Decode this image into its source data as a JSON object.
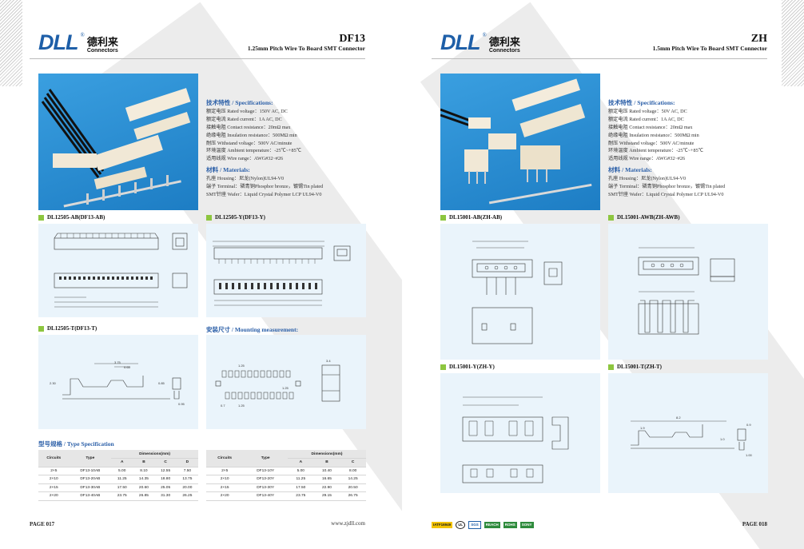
{
  "brand": {
    "name": "DLL",
    "registered": "®",
    "chinese": "德利来",
    "sub": "Connectors"
  },
  "left": {
    "model": "DF13",
    "subtitle": "1.25mm Pitch Wire To Board SMT Connector",
    "spec_title": "技术特性 / Specifications:",
    "specs": [
      "额定电压 Rated voltage：150V AC, DC",
      "额定电流 Rated current：1A AC, DC",
      "接触电阻 Contact resistance：20mΩ max",
      "绝缘电阻 Insulation resistance：500MΩ min",
      "耐压 Withstand voltage：500V AC/minute",
      "环境温度 Ambient temperature：-25℃~+85℃",
      "适用线规 Wire range：AWG#32~#26"
    ],
    "mat_title": "材料 / Materials:",
    "materials": [
      "孔座 Housing：尼龙(Nylon)UL94-V0",
      "端子 Terminal：磷青铜Phosphor bronze，镀锡Tin plated",
      "SMT针座 Wafer：Liquid Crystal Polymer LCP UL94-V0"
    ],
    "fig_ab": "DL12505-AB(DF13-AB)",
    "fig_y": "DL12505-Y(DF13-Y)",
    "fig_t": "DL12505-T(DF13-T)",
    "mount_title": "安装尺寸 / Mounting measurement:",
    "type_spec": "型号规格 / Type Specification",
    "table1": {
      "h_circuits": "Circuits",
      "h_type": "Type",
      "h_dim": "Dimensions(mm)",
      "cols": [
        "A",
        "B",
        "C",
        "D"
      ],
      "rows": [
        [
          "2×5",
          "DF13-10AB",
          "5.00",
          "8.10",
          "12.55",
          "7.50"
        ],
        [
          "2×10",
          "DF13-20AB",
          "11.25",
          "14.35",
          "18.80",
          "13.75"
        ],
        [
          "2×15",
          "DF13-30AB",
          "17.50",
          "20.60",
          "25.05",
          "20.00"
        ],
        [
          "2×20",
          "DF13-40AB",
          "23.75",
          "26.85",
          "31.30",
          "26.25"
        ]
      ]
    },
    "table2": {
      "h_circuits": "Circuits",
      "h_type": "Type",
      "h_dim": "Dimensions(mm)",
      "cols": [
        "A",
        "B",
        "C"
      ],
      "rows": [
        [
          "2×5",
          "DF13-10Y",
          "5.00",
          "10.40",
          "8.00"
        ],
        [
          "2×10",
          "DF13-20Y",
          "11.25",
          "16.65",
          "14.25"
        ],
        [
          "2×15",
          "DF13-30Y",
          "17.50",
          "22.90",
          "20.50"
        ],
        [
          "2×20",
          "DF13-40Y",
          "23.75",
          "29.15",
          "26.75"
        ]
      ]
    },
    "page": "PAGE 017",
    "url": "www.zjdll.com",
    "dim_t": [
      "3.75",
      "0.65",
      "2.30",
      "0.85",
      "0.95"
    ],
    "dim_mount": [
      "1.25",
      "1.25",
      "1.25",
      "0.7",
      "3.4"
    ]
  },
  "right": {
    "model": "ZH",
    "subtitle": "1.5mm Pitch Wire To Board SMT Connector",
    "spec_title": "技术特性 / Specifications:",
    "specs": [
      "额定电压 Rated voltage：50V AC, DC",
      "额定电流 Rated current：1A AC, DC",
      "接触电阻 Contact resistance：20mΩ max",
      "绝缘电阻 Insulation resistance：500MΩ min",
      "耐压 Withstand voltage：500V AC/minute",
      "环境温度 Ambient temperature：-25℃~+85℃",
      "适用线规 Wire range：AWG#32~#26"
    ],
    "mat_title": "材料 / Materials:",
    "materials": [
      "孔座 Housing：尼龙(Nylon)UL94-V0",
      "端子 Terminal：磷青铜Phosphor bronze，镀锡Tin plated",
      "SMT针座 Wafer：Liquid Crystal Polymer LCP UL94-V0"
    ],
    "fig_ab": "DL15001-AB(ZH-AB)",
    "fig_awb": "DL15001-AWB(ZH-AWB)",
    "fig_y": "DL15001-Y(ZH-Y)",
    "fig_t": "DL15001-T(ZH-T)",
    "page": "PAGE 018",
    "certs": [
      "IATF16949",
      "UL",
      "SGS",
      "REACH",
      "ROHS",
      "SONY"
    ],
    "dim_t": [
      "8.2",
      "1.9",
      "0.9",
      "1.0",
      "1.00"
    ]
  },
  "colors": {
    "brand_blue": "#1e5fa8",
    "label_green": "#8dc63f",
    "photo_blue": "#2a8ed6",
    "drawing_bg": "#eaf4fb"
  }
}
